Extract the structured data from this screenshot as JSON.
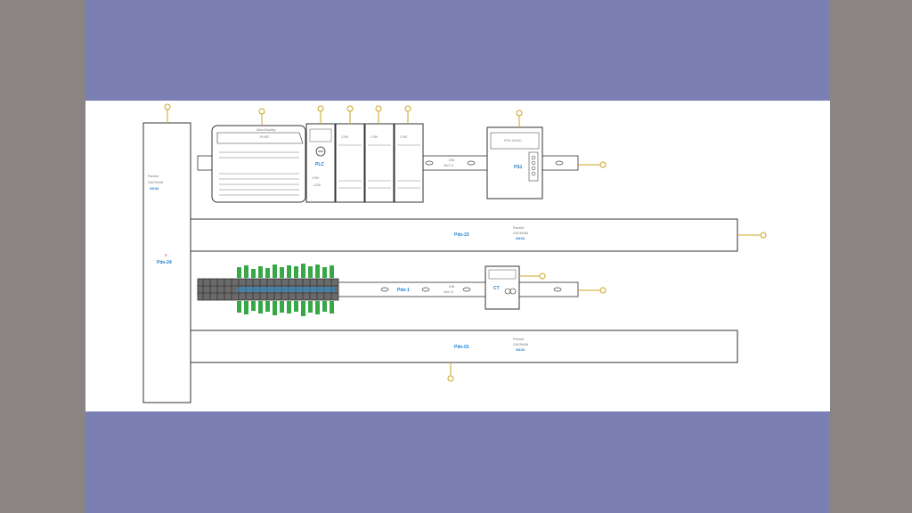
{
  "colors": {
    "side": "#8a8584",
    "band": "#7b7fb3",
    "canvas": "#ffffff",
    "line": "#333333",
    "callout": "#c9a520",
    "label_blue": "#1f7fd0",
    "terminal_green": "#37a847"
  },
  "labels": {
    "vertical_duct": "Pdn-24",
    "duct_upper": "Pdn-23",
    "duct_lower": "Pdn-01",
    "rail_lower": "Pdn-1",
    "cpu_module": "PLC",
    "power_supply": "PS1",
    "small_relay": "CT"
  }
}
